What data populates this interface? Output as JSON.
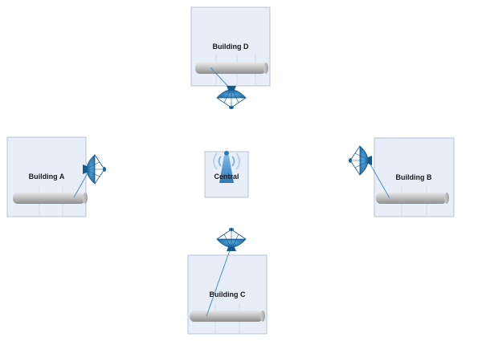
{
  "diagram": {
    "buildings": [
      {
        "id": "d",
        "label": "Building D"
      },
      {
        "id": "a",
        "label": "Building A"
      },
      {
        "id": "b",
        "label": "Building B"
      },
      {
        "id": "c",
        "label": "Building C"
      }
    ],
    "center": {
      "label": "Central"
    },
    "colors": {
      "box_fill": "#e8eef8",
      "box_stroke": "#a9b8cf",
      "antenna_blue": "#2b7ab8",
      "dish_blue": "#1f6fa8",
      "link_line": "#4a90c8",
      "pipe_gray": "#b5b5b5"
    },
    "icons": {
      "dish": "satellite-dish-icon",
      "tower": "radio-tower-icon",
      "pipe": "network-pipe-icon"
    }
  }
}
